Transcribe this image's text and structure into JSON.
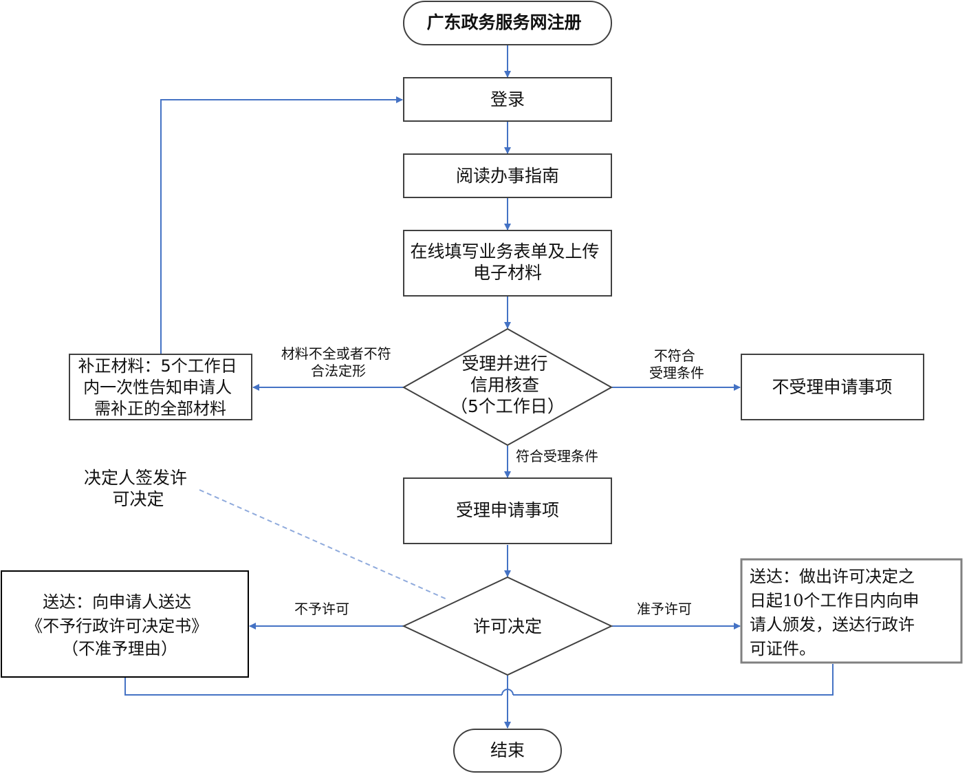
{
  "nodes": {
    "start": [
      "广东政务服务网注册"
    ],
    "login": [
      "登录"
    ],
    "guide": [
      "阅读办事指南"
    ],
    "fill_form": [
      "在线填写业务表单及上传",
      "电子材料"
    ],
    "review": [
      "受理并进行",
      "信用核查",
      "（5个工作日）"
    ],
    "supplement": [
      "补正材料：5个工作日",
      "内一次性告知申请人",
      "需补正的全部材料"
    ],
    "reject_apply": [
      "不受理申请事项"
    ],
    "accept_apply": [
      "受理申请事项"
    ],
    "decision": [
      "许可决定"
    ],
    "deny_delivery": [
      "送达：向申请人送达",
      "《不予行政许可决定书》",
      "（不准予理由）"
    ],
    "grant_delivery": [
      "送达：做出许可决定之",
      "日起10个工作日内向申",
      "请人颁发，送达行政许",
      "可证件。"
    ],
    "end": [
      "结束"
    ]
  },
  "edge_labels": {
    "incomplete": [
      "材料不全或者不符",
      "合法定形"
    ],
    "not_qualified": [
      "不符合",
      "受理条件"
    ],
    "qualified": [
      "符合受理条件"
    ],
    "deny": [
      "不予许可"
    ],
    "grant": [
      "准予许可"
    ]
  },
  "annotation": [
    "决定人签发许",
    "可决定"
  ],
  "colors": {
    "edge": "#4472c4",
    "dashed": "#8faadc",
    "node_border": "#404040",
    "delivery_border": "#808080"
  }
}
